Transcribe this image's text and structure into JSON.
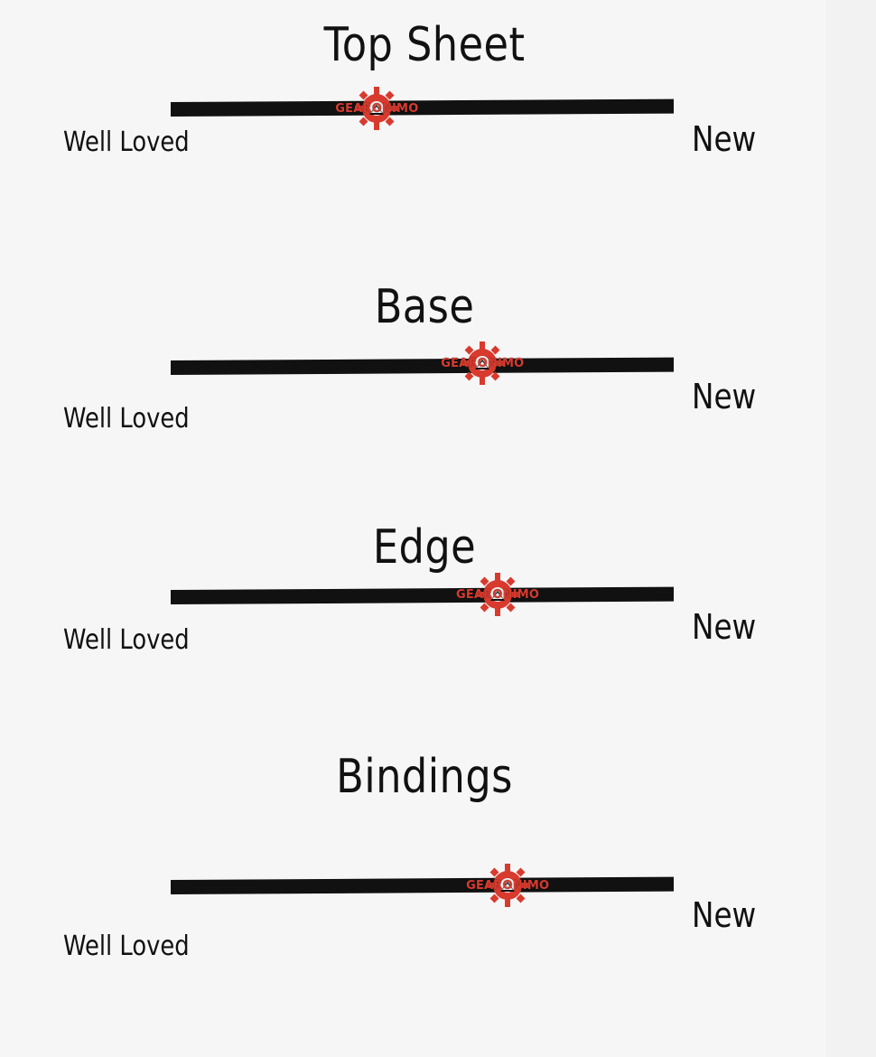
{
  "colors": {
    "background": "#f2f2f2",
    "bar": "#111111",
    "brand_red": "#d83a2e"
  },
  "rows": [
    {
      "title": "Top Sheet",
      "left_label": "Well Loved",
      "right_label": "New",
      "position": 0.41,
      "marker_label": "GEARONIMO"
    },
    {
      "title": "Base",
      "left_label": "Well Loved",
      "right_label": "New",
      "position": 0.62,
      "marker_label": "GEARONIMO"
    },
    {
      "title": "Edge",
      "left_label": "Well Loved",
      "right_label": "New",
      "position": 0.65,
      "marker_label": "GEARONIMO"
    },
    {
      "title": "Bindings",
      "left_label": "Well Loved",
      "right_label": "New",
      "position": 0.67,
      "marker_label": "GEARONIMO"
    }
  ]
}
